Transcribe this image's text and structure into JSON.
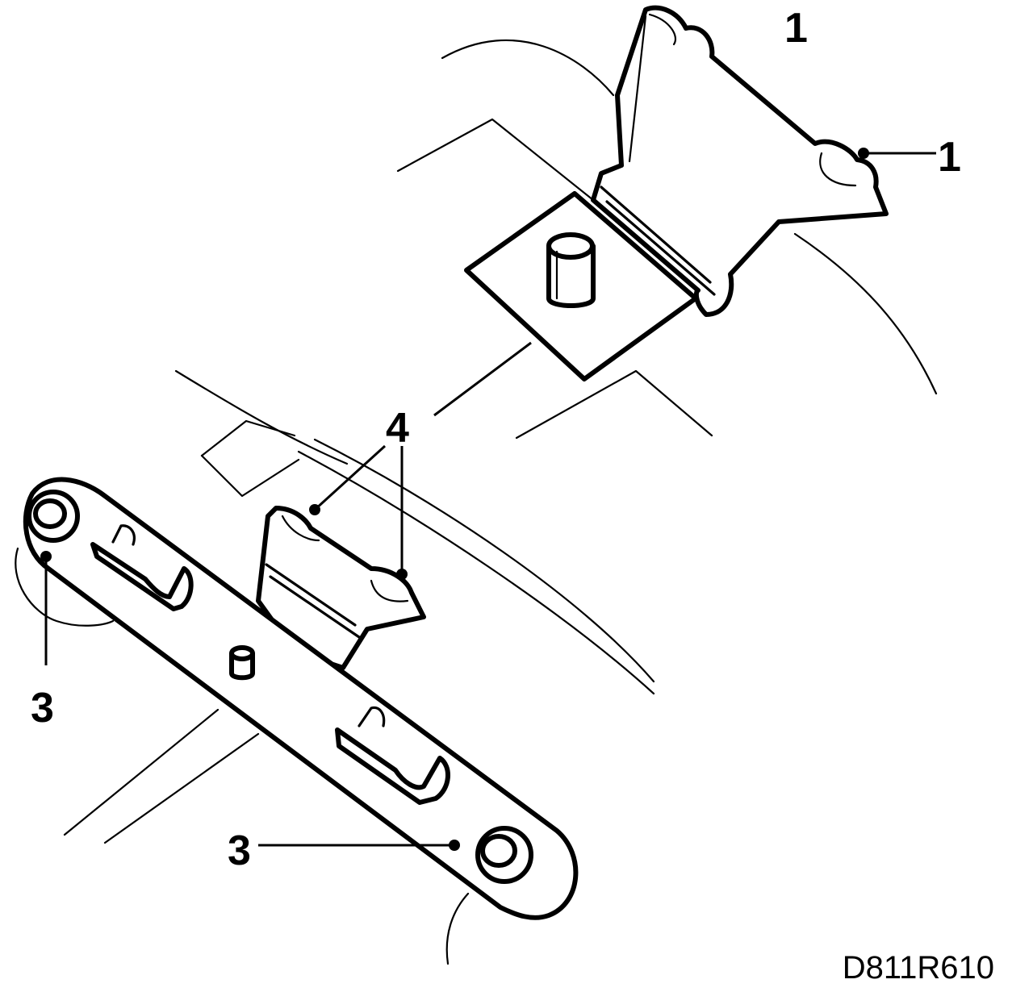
{
  "callouts": {
    "top_label": "1",
    "right_label": "1",
    "center_label": "4",
    "left_label": "3",
    "bottom_label": "3"
  },
  "figure_code": "D811R610",
  "colors": {
    "line": "#000000",
    "background": "#ffffff"
  }
}
